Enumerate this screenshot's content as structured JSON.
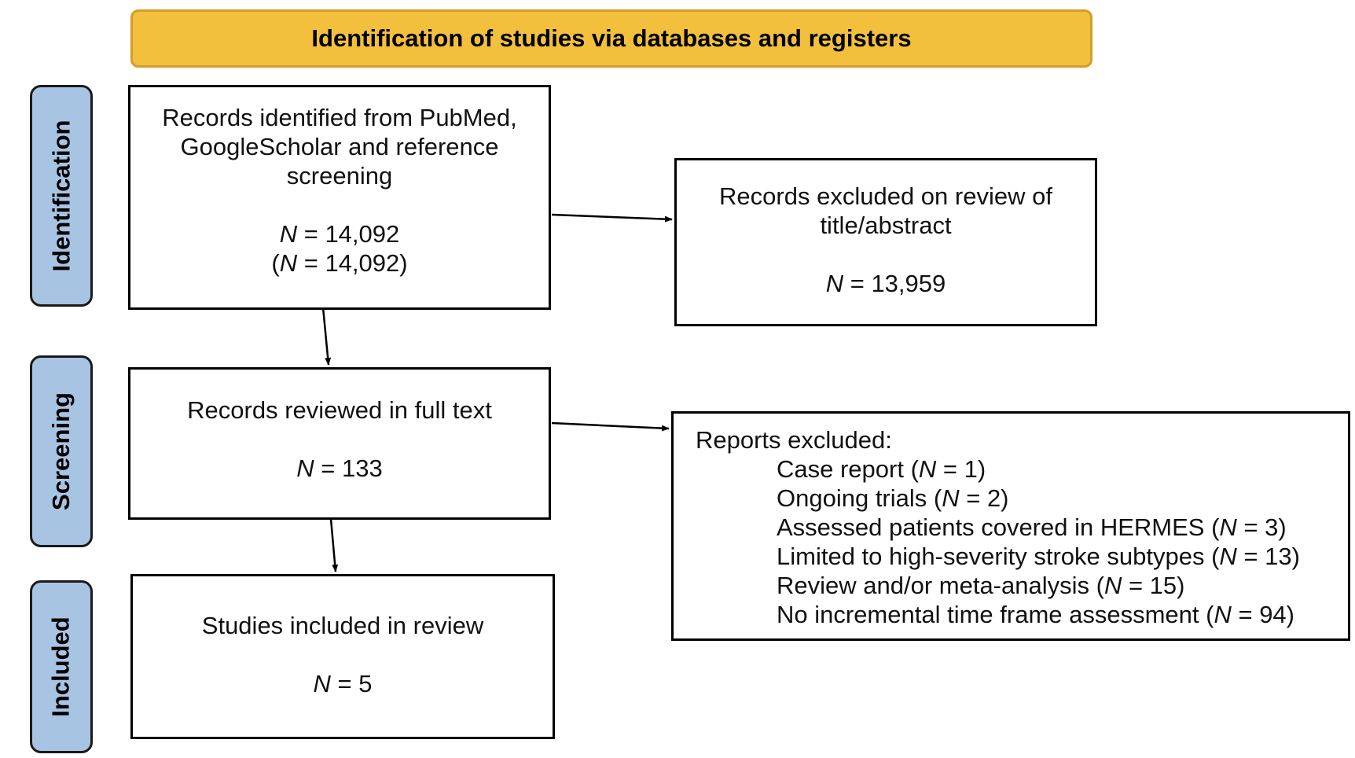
{
  "banner": {
    "title": "Identification of studies via databases and registers"
  },
  "phases": {
    "identification": "Identification",
    "screening": "Screening",
    "included": "Included"
  },
  "records_identified": {
    "line1": "Records identified from PubMed,",
    "line2": "GoogleScholar and reference",
    "line3": "screening",
    "n_symbol": "N",
    "n_value": " = 14,092",
    "n_repeat_open": "(",
    "n_repeat_value": " = 14,092)"
  },
  "records_excluded_title": {
    "line1": "Records excluded on review of",
    "line2": "title/abstract",
    "n_symbol": "N",
    "n_value": " = 13,959"
  },
  "records_full_text": {
    "line1": "Records reviewed in full text",
    "n_symbol": "N",
    "n_value": " = 133"
  },
  "reports_excluded": {
    "heading": "Reports excluded:",
    "reasons": [
      {
        "label": "Case report (",
        "n_symbol": "N",
        "value": " = 1)"
      },
      {
        "label": "Ongoing trials (",
        "n_symbol": "N",
        "value": " = 2)"
      },
      {
        "label": "Assessed patients covered in HERMES (",
        "n_symbol": "N",
        "value": " = 3)"
      },
      {
        "label": "Limited to high-severity stroke subtypes (",
        "n_symbol": "N",
        "value": " = 13)"
      },
      {
        "label": "Review and/or meta-analysis (",
        "n_symbol": "N",
        "value": " = 15)"
      },
      {
        "label": "No incremental time frame assessment (",
        "n_symbol": "N",
        "value": " = 94)"
      }
    ]
  },
  "studies_included": {
    "line1": "Studies included in review",
    "n_symbol": "N",
    "n_value": " = 5"
  },
  "colors": {
    "banner_fill": "#f2c03d",
    "banner_border": "#d49d2c",
    "phase_fill": "#a8c4e3",
    "stroke": "#000000"
  }
}
